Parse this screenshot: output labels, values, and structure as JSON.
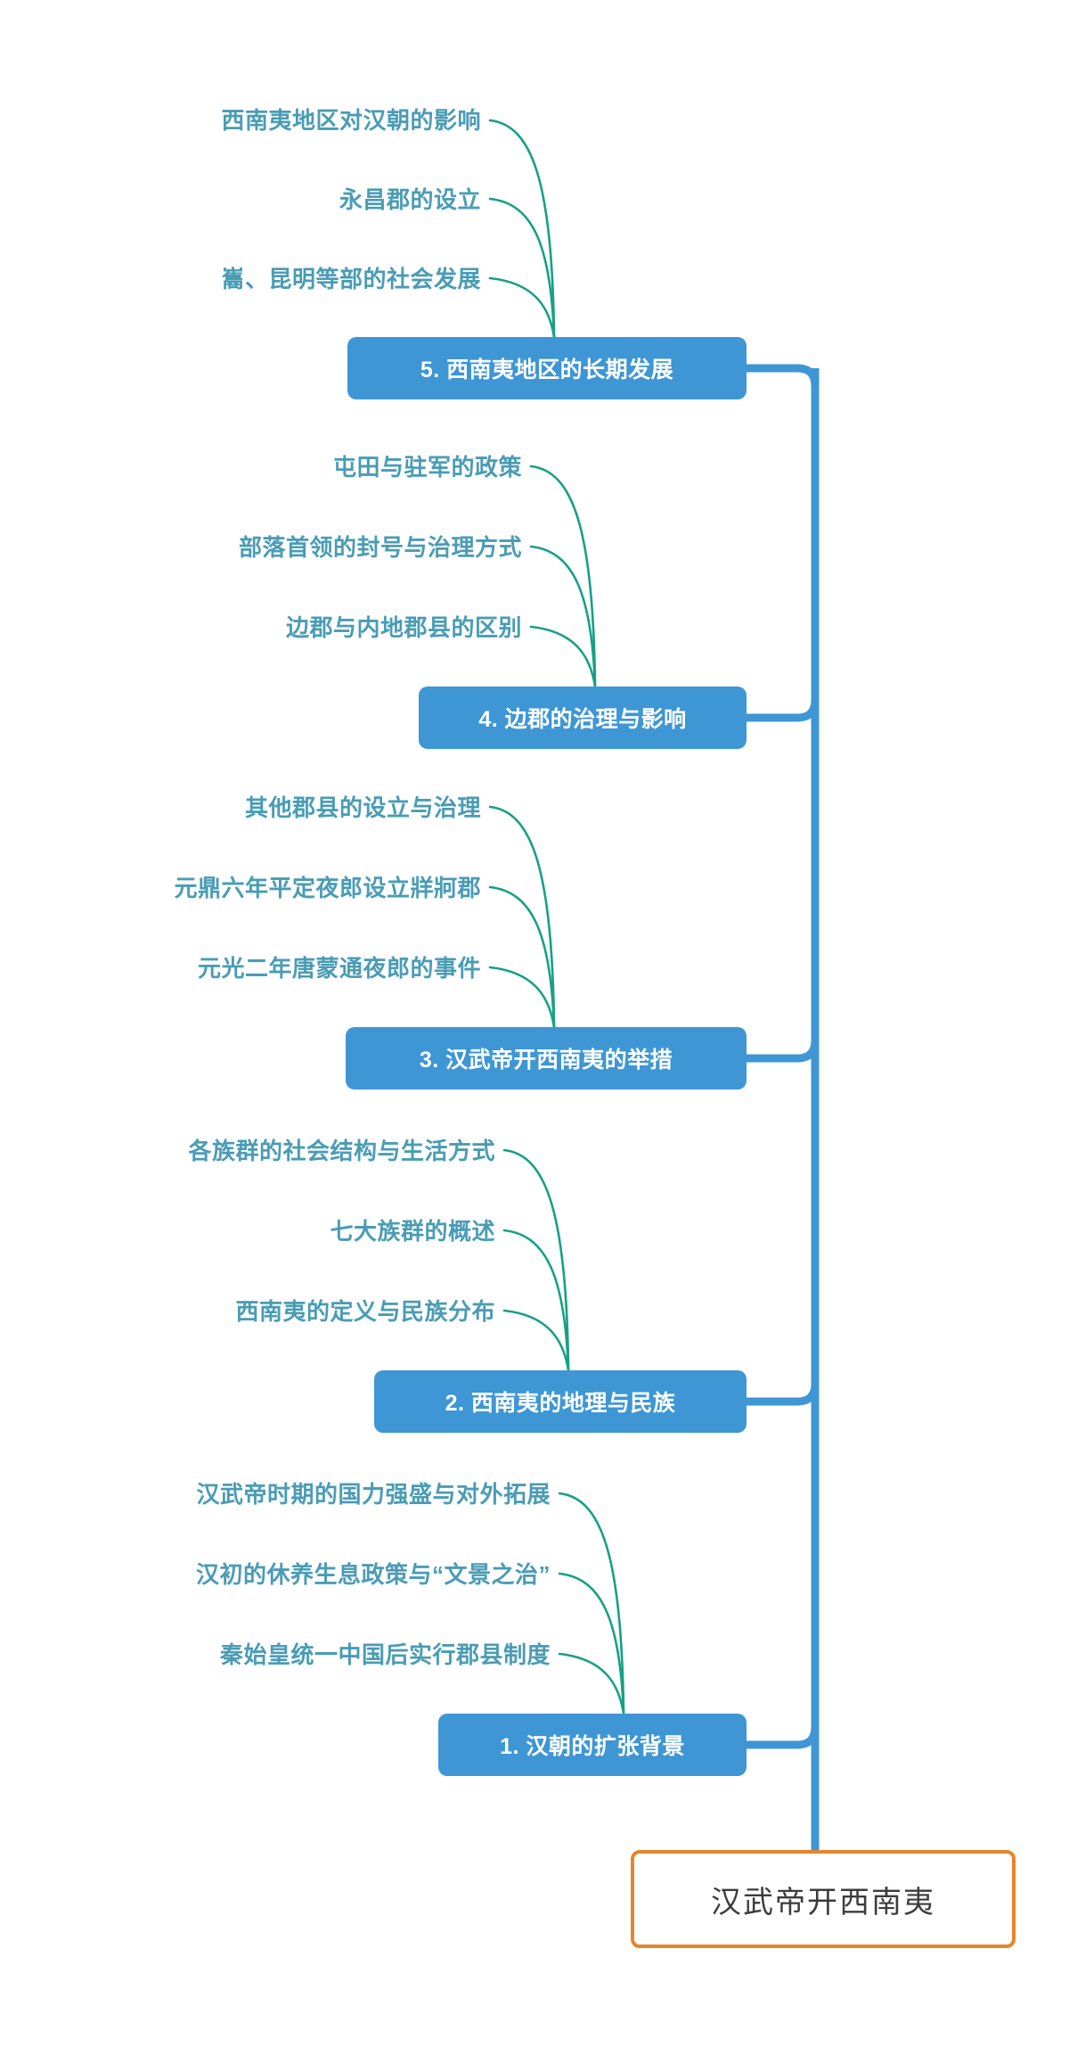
{
  "diagram": {
    "type": "mindmap",
    "orientation": "right-to-left-leaves",
    "colors": {
      "root_border": "#e5862c",
      "root_text": "#3c3c3c",
      "branch_fill": "#3e96d4",
      "branch_text": "#ffffff",
      "leaf_text": "#4a9cb5",
      "leaf_connector": "#17a086",
      "background": "#ffffff"
    },
    "root": {
      "label": "汉武帝开西南夷"
    },
    "branches": [
      {
        "id": "branch-5",
        "label": "5. 西南夷地区的长期发展",
        "leaves": [
          "西南夷地区对汉朝的影响",
          "永昌郡的设立",
          "巂、昆明等部的社会发展"
        ]
      },
      {
        "id": "branch-4",
        "label": "4. 边郡的治理与影响",
        "leaves": [
          "屯田与驻军的政策",
          "部落首领的封号与治理方式",
          "边郡与内地郡县的区别"
        ]
      },
      {
        "id": "branch-3",
        "label": "3. 汉武帝开西南夷的举措",
        "leaves": [
          "其他郡县的设立与治理",
          "元鼎六年平定夜郎设立牂牁郡",
          "元光二年唐蒙通夜郎的事件"
        ]
      },
      {
        "id": "branch-2",
        "label": "2. 西南夷的地理与民族",
        "leaves": [
          "各族群的社会结构与生活方式",
          "七大族群的概述",
          "西南夷的定义与民族分布"
        ]
      },
      {
        "id": "branch-1",
        "label": "1. 汉朝的扩张背景",
        "leaves": [
          "汉武帝时期的国力强盛与对外拓展",
          "汉初的休养生息政策与“文景之治”",
          "秦始皇统一中国后实行郡县制度"
        ]
      }
    ]
  }
}
